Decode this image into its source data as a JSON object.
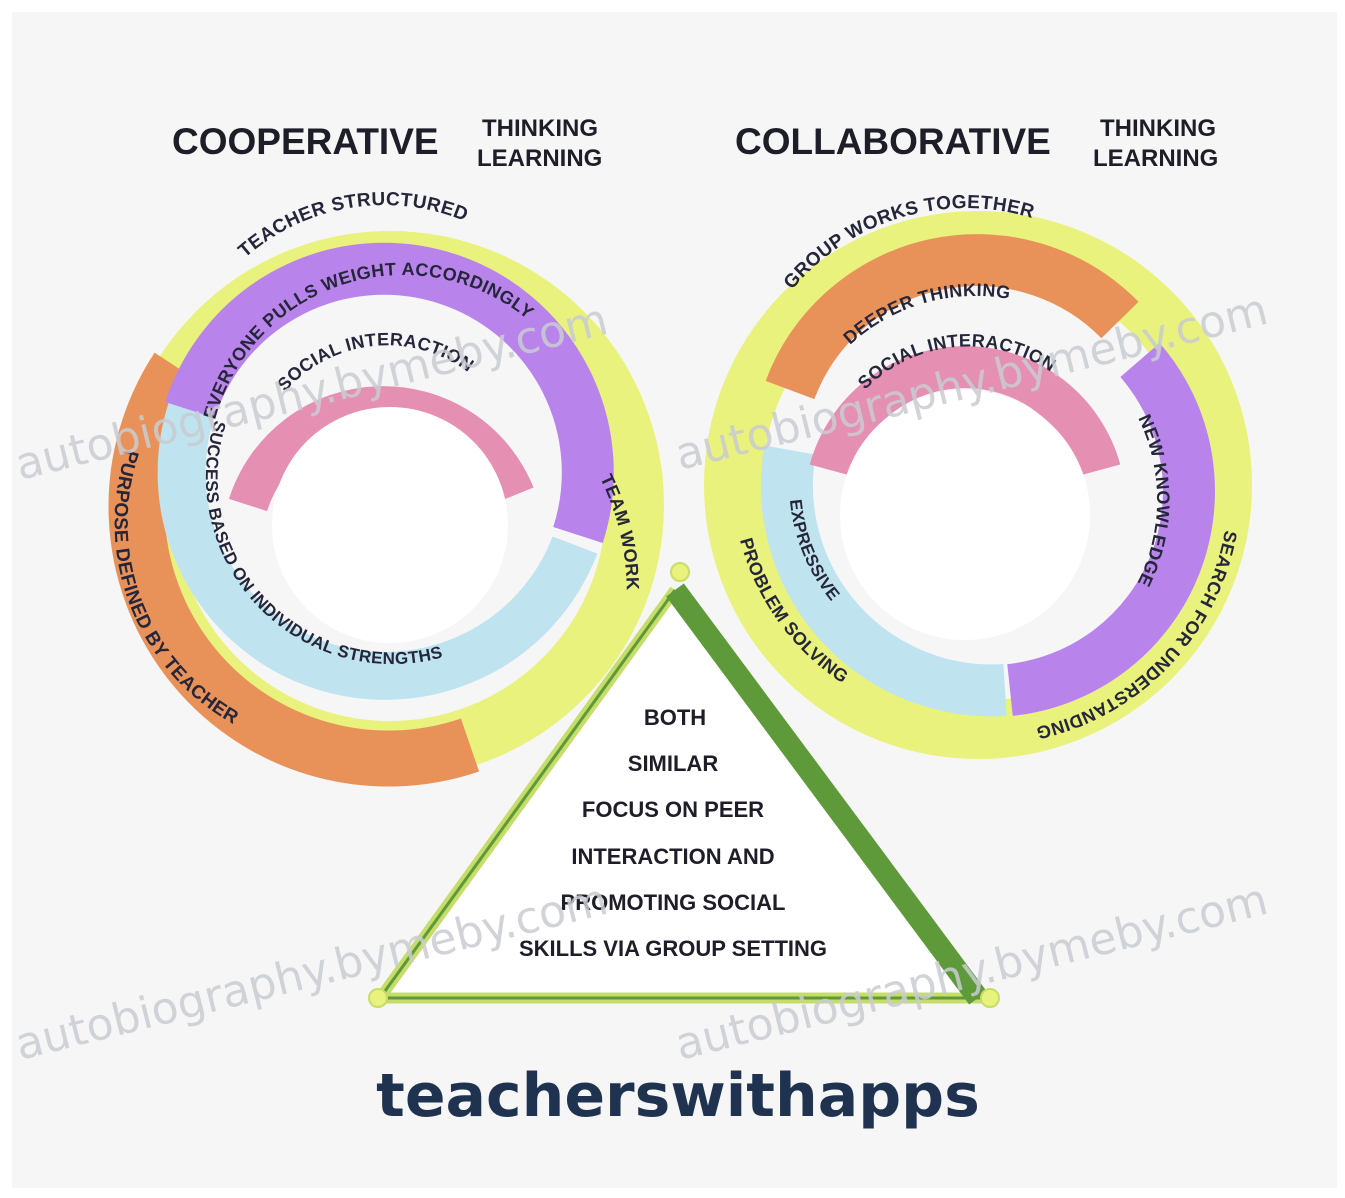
{
  "cooperative": {
    "title": "COOPERATIVE",
    "sub_line1": "THINKING",
    "sub_line2": "LEARNING",
    "rings": {
      "teacher_structured": "TEACHER STRUCTURED",
      "everyone_pulls_weight": "EVERYONE PULLS WEIGHT ACCORDINGLY",
      "social_interaction": "SOCIAL INTERACTION",
      "purpose_defined": "PURPOSE DEFINED BY TEACHER",
      "success_based": "SUCCESS BASED ON INDIVIDUAL STRENGTHS",
      "team_work": "TEAM WORK"
    }
  },
  "collaborative": {
    "title": "COLLABORATIVE",
    "sub_line1": "THINKING",
    "sub_line2": "LEARNING",
    "rings": {
      "group_works_together": "GROUP WORKS TOGETHER",
      "deeper_thinking": "DEEPER THINKING",
      "social_interaction": "SOCIAL INTERACTION",
      "new_knowledge": "NEW KNOWLEDGE",
      "expressive": "EXPRESSIVE",
      "search_for_understanding": "SEARCH FOR UNDERSTANDING",
      "problem_solving": "PROBLEM SOLVING"
    }
  },
  "triangle": {
    "lines": [
      "BOTH",
      "SIMILAR",
      "FOCUS ON PEER",
      "INTERACTION AND",
      "PROMOTING SOCIAL",
      "SKILLS VIA GROUP SETTING"
    ]
  },
  "brand": "teacherswithapps",
  "watermark": "autobiography.bymeby.com",
  "colors": {
    "yellow": "#e9f27c",
    "orange": "#e8925a",
    "purple": "#b884ec",
    "pink": "#e58fb3",
    "light_blue": "#bfe4ef",
    "triangle_green": "#5f9a3a",
    "triangle_light": "#c6dd6a",
    "brand_blue": "#1f3350"
  }
}
